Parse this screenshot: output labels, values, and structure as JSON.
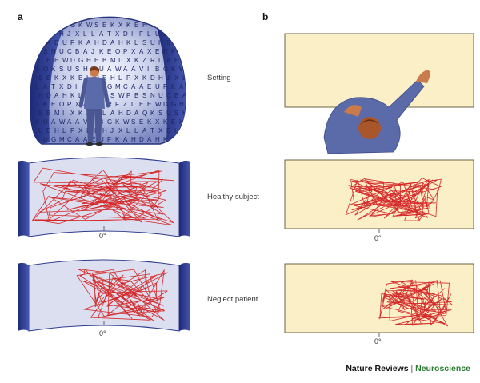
{
  "panels": {
    "a": "a",
    "b": "b"
  },
  "rows": {
    "setting": "Setting",
    "healthy": "Healthy subject",
    "neglect": "Neglect patient"
  },
  "axis": {
    "zero_a_healthy": "0°",
    "zero_a_neglect": "0°",
    "zero_b_healthy": "0°",
    "zero_b_neglect": "0°"
  },
  "dome_letters": "AVIBGKWSEKXKEHUEHLPXKDHJXLLATXDIFLUGMCAAEUFKAHDAHKLSUHSWPBSNUCBAJKEOPXAXERFZLEEWDGHEBMIXKZRLAHDAQKSUSHKUAWA",
  "credit": {
    "publisher": "Nature Reviews",
    "separator": "|",
    "journal": "Neuroscience"
  },
  "colors": {
    "trace": "#d42a2a",
    "panel_fill": "#fbefc8",
    "screen_fill": "#dcdff0",
    "screen_edge": "#2f3d8c",
    "journal": "#2e7d32"
  }
}
